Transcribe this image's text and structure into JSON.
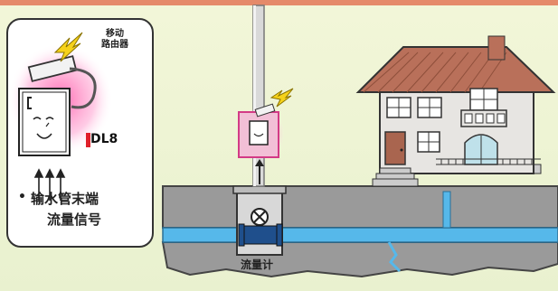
{
  "panel": {
    "router_label_line1": "移动",
    "router_label_line2": "路由器",
    "device_label": "DL8",
    "bullet": "•",
    "signal_line1": "输水管末端",
    "signal_line2": "流量信号"
  },
  "scene": {
    "flowmeter_label": "流量计"
  },
  "colors": {
    "accent_bar": "#e58a6a",
    "background": "#eef4d2",
    "water": "#56b8ea",
    "glow": "#ff5aa8",
    "lightning": "#f6d21a",
    "dl8_marker": "#e0202a",
    "roof": "#b9705a",
    "house_wall": "#e7e5e2"
  },
  "icons": [
    "lightning-icon",
    "router-icon",
    "logger-face-icon",
    "flowmeter-icon",
    "house-icon",
    "pole-icon"
  ]
}
